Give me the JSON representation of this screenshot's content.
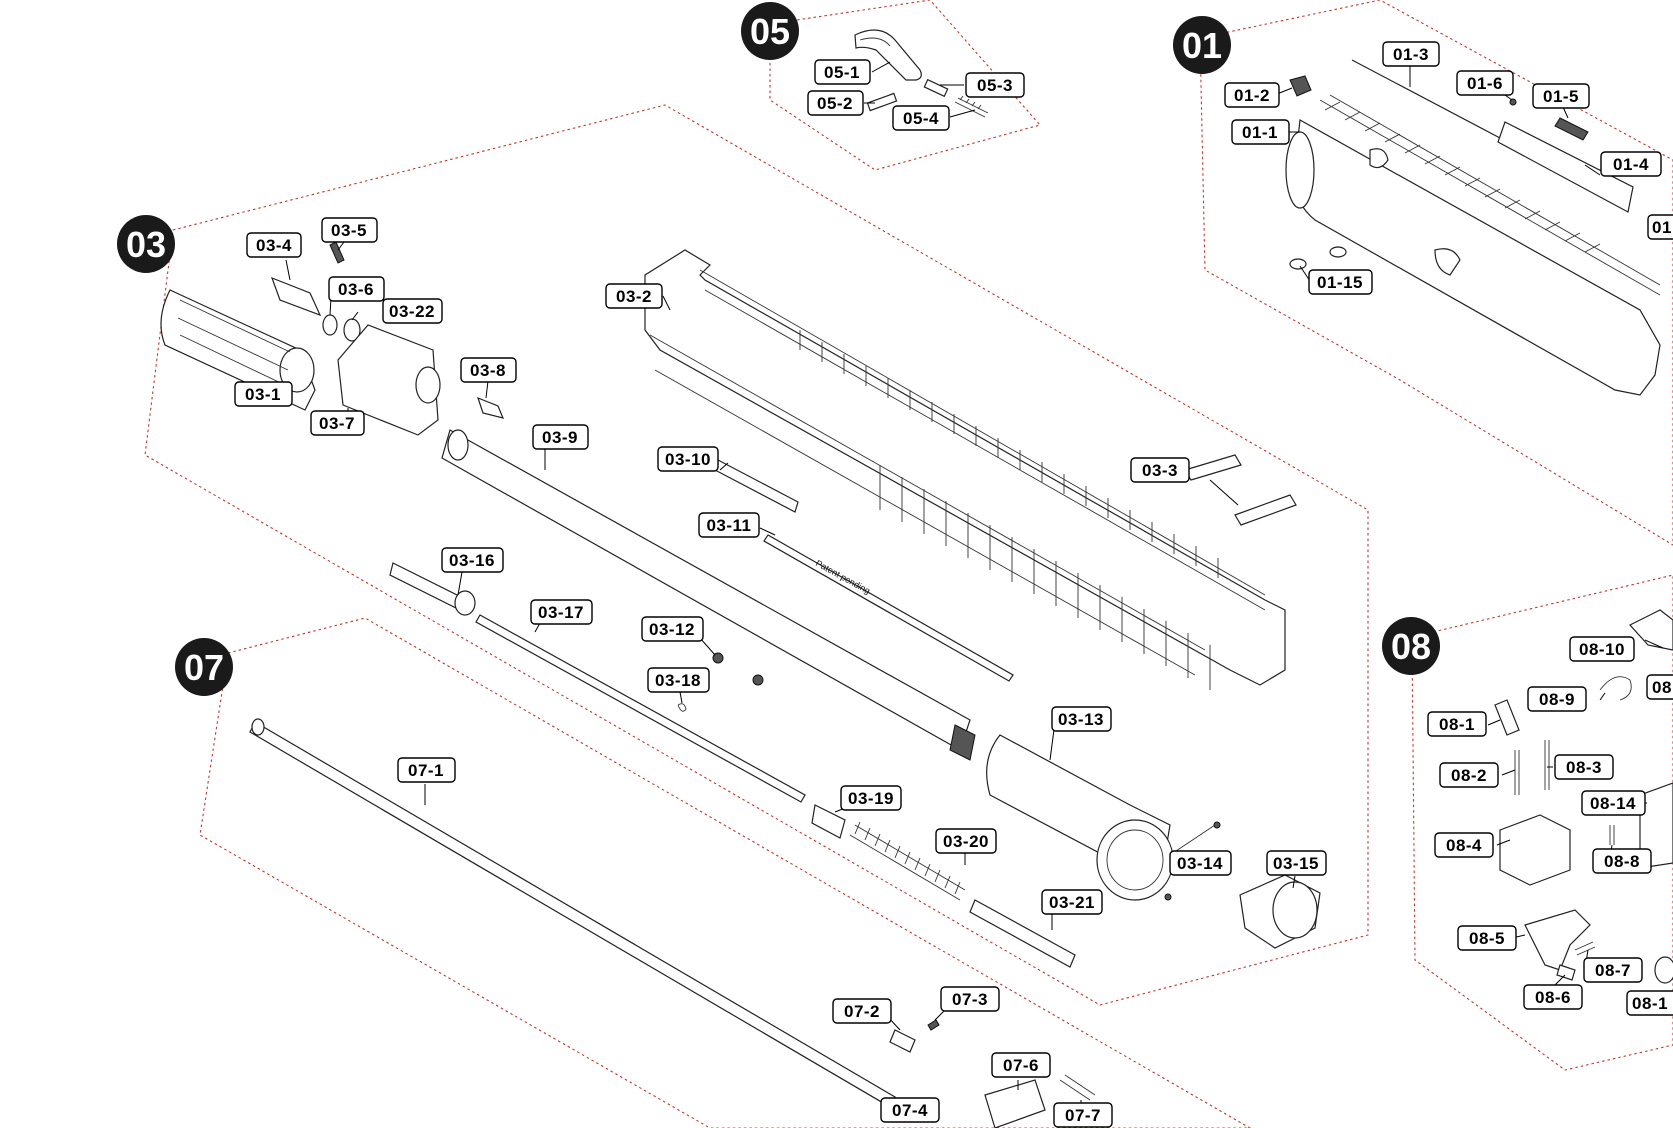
{
  "groups": [
    {
      "id": "05",
      "parts": [
        "05-1",
        "05-2",
        "05-3",
        "05-4"
      ]
    },
    {
      "id": "01",
      "parts": [
        "01-1",
        "01-2",
        "01-3",
        "01-4",
        "01-5",
        "01-6",
        "01-15"
      ]
    },
    {
      "id": "03",
      "parts": [
        "03-1",
        "03-2",
        "03-3",
        "03-4",
        "03-5",
        "03-6",
        "03-7",
        "03-8",
        "03-9",
        "03-10",
        "03-11",
        "03-12",
        "03-13",
        "03-14",
        "03-15",
        "03-16",
        "03-17",
        "03-18",
        "03-19",
        "03-20",
        "03-21",
        "03-22"
      ]
    },
    {
      "id": "07",
      "parts": [
        "07-1",
        "07-2",
        "07-3",
        "07-4",
        "07-6",
        "07-7"
      ]
    },
    {
      "id": "08",
      "parts": [
        "08-1",
        "08-2",
        "08-3",
        "08-4",
        "08-5",
        "08-6",
        "08-7",
        "08-8",
        "08-9",
        "08-10",
        "08-14",
        "08-1"
      ]
    }
  ],
  "labels": {
    "g05": "05",
    "g01": "01",
    "g03": "03",
    "g07": "07",
    "g08": "08",
    "p05_1": "05-1",
    "p05_2": "05-2",
    "p05_3": "05-3",
    "p05_4": "05-4",
    "p01_1": "01-1",
    "p01_2": "01-2",
    "p01_3": "01-3",
    "p01_4": "01-4",
    "p01_5": "01-5",
    "p01_6": "01-6",
    "p01_15": "01-15",
    "p01_cut": "01",
    "p03_1": "03-1",
    "p03_2": "03-2",
    "p03_3": "03-3",
    "p03_4": "03-4",
    "p03_5": "03-5",
    "p03_6": "03-6",
    "p03_7": "03-7",
    "p03_8": "03-8",
    "p03_9": "03-9",
    "p03_10": "03-10",
    "p03_11": "03-11",
    "p03_12": "03-12",
    "p03_13": "03-13",
    "p03_14": "03-14",
    "p03_15": "03-15",
    "p03_16": "03-16",
    "p03_17": "03-17",
    "p03_18": "03-18",
    "p03_19": "03-19",
    "p03_20": "03-20",
    "p03_21": "03-21",
    "p03_22": "03-22",
    "p07_1": "07-1",
    "p07_2": "07-2",
    "p07_3": "07-3",
    "p07_4": "07-4",
    "p07_6": "07-6",
    "p07_7": "07-7",
    "p08_1": "08-1",
    "p08_2": "08-2",
    "p08_3": "08-3",
    "p08_4": "08-4",
    "p08_5": "08-5",
    "p08_6": "08-6",
    "p08_7": "08-7",
    "p08_8": "08-8",
    "p08_9": "08-9",
    "p08_10": "08-10",
    "p08_14": "08-14",
    "p08_1x": "08-1",
    "p08_cut": "08"
  },
  "engraving": "Patent pending",
  "colors": {
    "boundary": "#c0392b",
    "group_badge": "#1a1a1a",
    "line": "#222222"
  }
}
